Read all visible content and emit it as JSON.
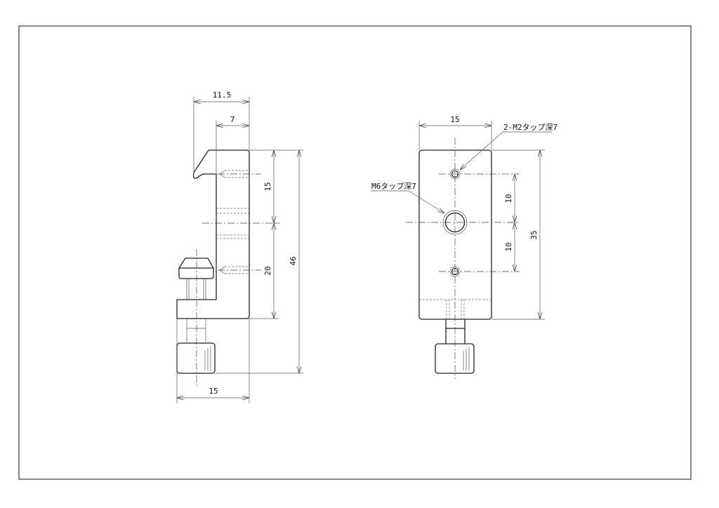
{
  "side_view": {
    "dim_overall_depth": "11.5",
    "dim_hook_depth": "7",
    "dim_upper_pitch": "15",
    "dim_lower_pitch": "20",
    "dim_overall_height": "46",
    "dim_width": "15"
  },
  "front_view": {
    "dim_width": "15",
    "dim_upper_pitch": "10",
    "dim_lower_pitch": "10",
    "dim_height": "35",
    "note_small_taps": "2-M2タップ深7",
    "note_center_tap": "M6タップ深7"
  }
}
